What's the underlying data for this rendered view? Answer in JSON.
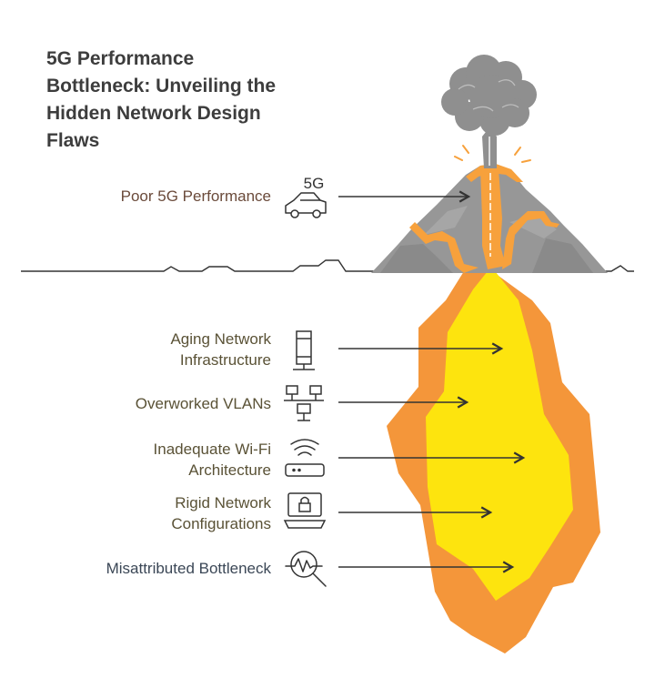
{
  "title": {
    "line1": "5G Performance",
    "line2": "Bottleneck: Unveiling the",
    "line3": "Hidden Network Design",
    "line4": "Flaws"
  },
  "car_icon_text": "5G",
  "labels": {
    "poor_5g": "Poor 5G Performance",
    "aging_line1": "Aging Network",
    "aging_line2": "Infrastructure",
    "vlans": "Overworked VLANs",
    "wifi_line1": "Inadequate Wi-Fi",
    "wifi_line2": "Architecture",
    "rigid_line1": "Rigid Network",
    "rigid_line2": "Configurations",
    "misattributed": "Misattributed Bottleneck"
  },
  "icons": [
    "car-icon",
    "server-icon",
    "vlan-network-icon",
    "wifi-router-icon",
    "locked-laptop-icon",
    "magnifier-signal-icon"
  ],
  "colors": {
    "magma_outer": "#f4963a",
    "magma_inner": "#fde40e",
    "rock": "#979797",
    "rock_dark": "#8a8a8a",
    "smoke": "#8f8f8f",
    "lava": "#f7a13c",
    "text_dark": "#3d3d3d",
    "line": "#333333"
  }
}
